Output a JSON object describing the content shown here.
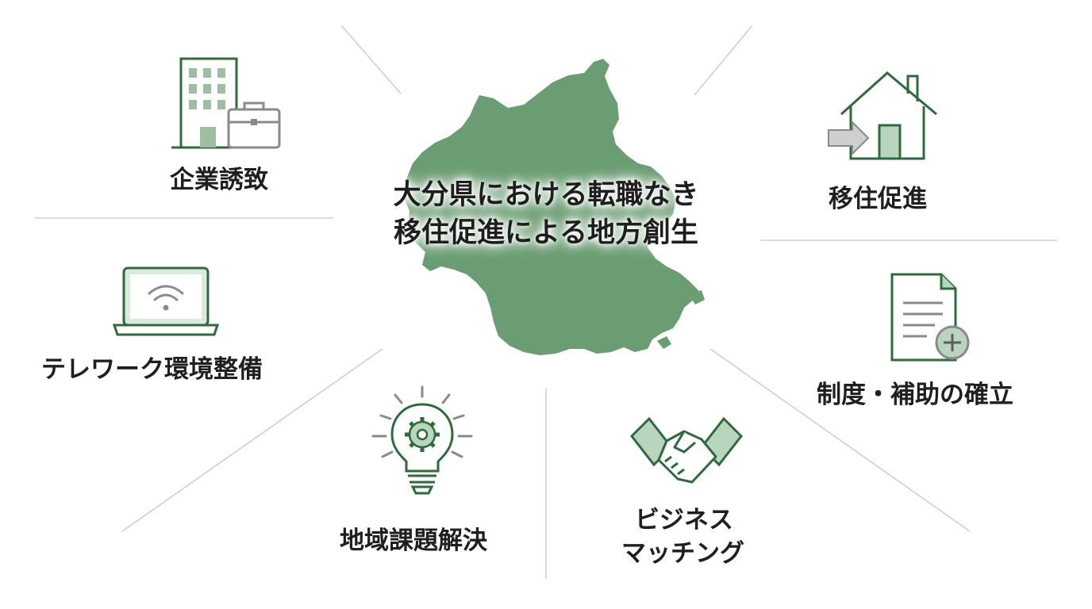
{
  "center": {
    "title_line1": "大分県における転職なき",
    "title_line2": "移住促進による地方創生"
  },
  "items": {
    "corporate": {
      "label": "企業誘致",
      "icon": "office-building-briefcase-icon"
    },
    "relocation": {
      "label": "移住促進",
      "icon": "house-arrow-icon"
    },
    "telework": {
      "label": "テレワーク環境整備",
      "icon": "laptop-wifi-icon"
    },
    "system": {
      "label": "制度・補助の確立",
      "icon": "document-plus-icon"
    },
    "region": {
      "label": "地域課題解決",
      "icon": "lightbulb-gear-icon"
    },
    "matching": {
      "label_line1": "ビジネス",
      "label_line2": "マッチング",
      "icon": "handshake-icon"
    }
  },
  "colors": {
    "map_fill": "#6a9d72",
    "icon_stroke": "#2e6b3a",
    "icon_fill_light": "#b9d5bd",
    "icon_gray": "#8a8a8a",
    "divider": "#cfcfcf"
  }
}
